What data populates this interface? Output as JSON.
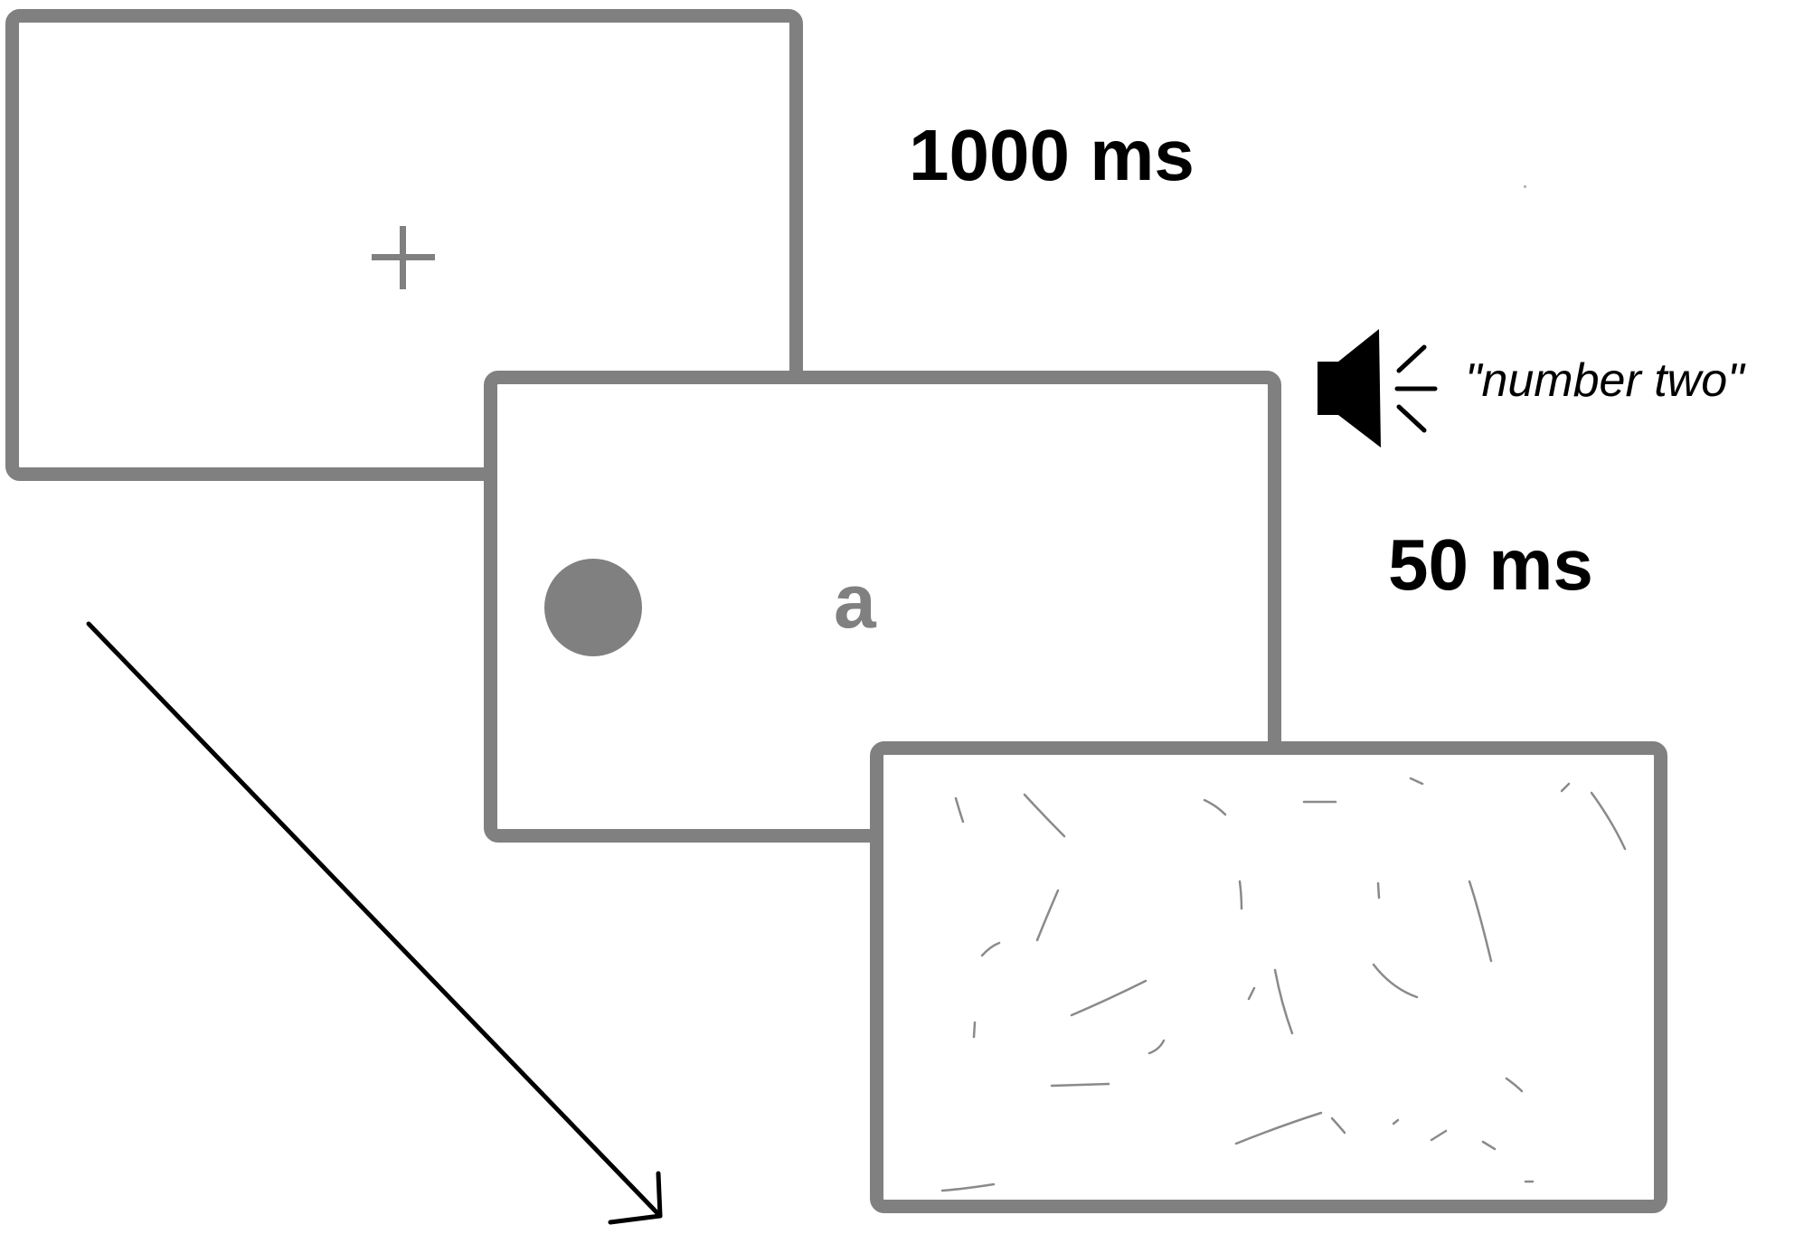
{
  "stimulus": {
    "letter": "a"
  },
  "timing": {
    "first_duration": "1000 ms",
    "second_duration": "50 ms"
  },
  "audio": {
    "spoken_text": "\"number two\"",
    "icon": "speaker-icon"
  },
  "colors": {
    "frame": "#808080",
    "text": "#000000",
    "background": "#ffffff"
  }
}
